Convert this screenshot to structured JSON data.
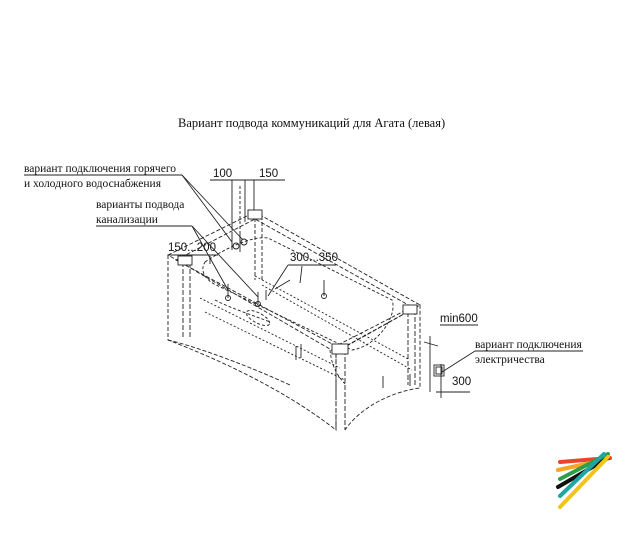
{
  "title": "Вариант подвода коммуникаций для Агата    (левая)",
  "labels": {
    "water_line1": "вариант подключения горячего",
    "water_line2": "и холодного водоснабжения",
    "drain_line1": "варианты подвода",
    "drain_line2": "канализации",
    "elec_line1": "вариант подключения",
    "elec_line2": "электричества"
  },
  "dimensions": {
    "d100": "100",
    "d150": "150",
    "d150_200": "150...200",
    "d300_350": "300...350",
    "min600": "min600",
    "d300": "300"
  },
  "logo_colors": [
    "#e8452c",
    "#f5a623",
    "#2e9e4a",
    "#111111",
    "#1fa6a0",
    "#f0c419"
  ]
}
